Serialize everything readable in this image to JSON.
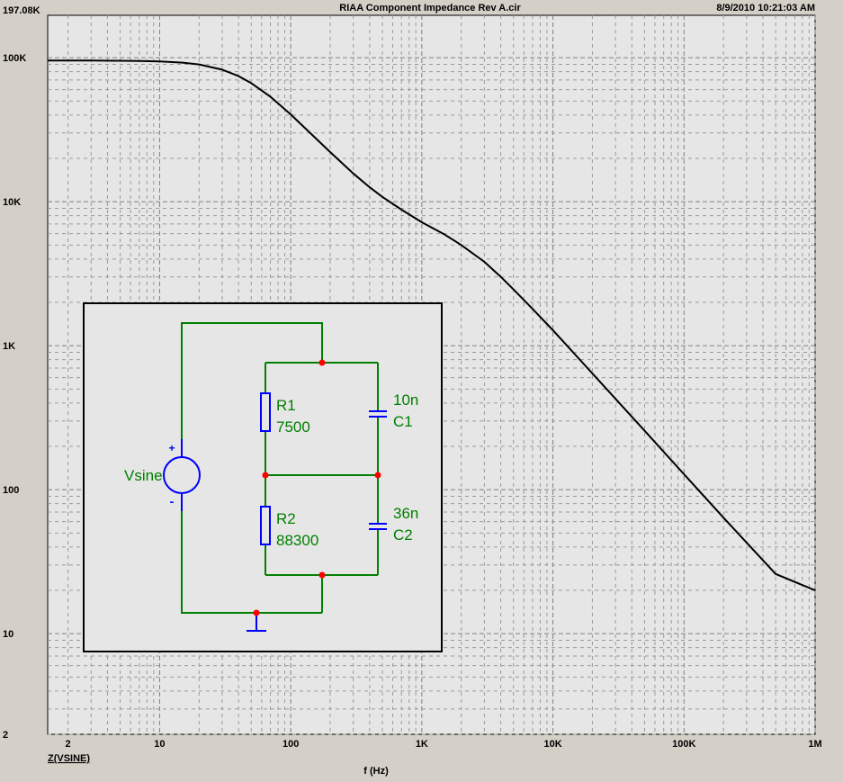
{
  "header": {
    "title": "RIAA Component Impedance Rev A.cir",
    "timestamp": "8/9/2010 10:21:03 AM"
  },
  "chart_data": {
    "type": "line",
    "title": "RIAA Component Impedance Rev A.cir",
    "xlabel": "f (Hz)",
    "ylabel": "Z(VSINE)",
    "xscale": "log",
    "yscale": "log",
    "xlim": [
      1.4,
      1000000
    ],
    "ylim": [
      2,
      197080
    ],
    "grid": true,
    "x_ticks": [
      {
        "value": 2,
        "label": "2"
      },
      {
        "value": 10,
        "label": "10"
      },
      {
        "value": 100,
        "label": "100"
      },
      {
        "value": 1000,
        "label": "1K"
      },
      {
        "value": 10000,
        "label": "10K"
      },
      {
        "value": 100000,
        "label": "100K"
      },
      {
        "value": 1000000,
        "label": "1M"
      }
    ],
    "y_ticks": [
      {
        "value": 2,
        "label": "2"
      },
      {
        "value": 10,
        "label": "10"
      },
      {
        "value": 100,
        "label": "100"
      },
      {
        "value": 1000,
        "label": "1K"
      },
      {
        "value": 10000,
        "label": "10K"
      },
      {
        "value": 100000,
        "label": "100K"
      },
      {
        "value": 197080,
        "label": "197.08K"
      }
    ],
    "series": [
      {
        "color": "#000000",
        "x": [
          1.4,
          2,
          3,
          5,
          7,
          10,
          15,
          20,
          30,
          40,
          50,
          70,
          100,
          150,
          200,
          300,
          400,
          500,
          700,
          1000,
          1500,
          2000,
          3000,
          4000,
          5000,
          7000,
          10000,
          20000,
          50000,
          100000,
          200000,
          500000,
          1000000
        ],
        "y": [
          95600,
          95600,
          95500,
          95300,
          94900,
          94200,
          92400,
          89800,
          82600,
          74500,
          66600,
          53600,
          40400,
          28400,
          22100,
          15700,
          12600,
          10800,
          8800,
          7200,
          5900,
          5000,
          3820,
          3010,
          2460,
          1800,
          1280,
          642,
          257,
          128,
          64,
          26,
          20
        ]
      }
    ]
  },
  "inset": {
    "components": {
      "source": "Vsine",
      "plus": "+",
      "minus": "-",
      "r1_name": "R1",
      "r1_value": "7500",
      "r2_name": "R2",
      "r2_value": "88300",
      "c1_name": "C1",
      "c1_value": "10n",
      "c2_name": "C2",
      "c2_value": "36n"
    }
  },
  "colors": {
    "background": "#d4d0c8",
    "plot_area": "#e6e6e6",
    "wire": "#008000",
    "component": "#0000ff",
    "node": "#ff0000",
    "label": "#008000"
  }
}
